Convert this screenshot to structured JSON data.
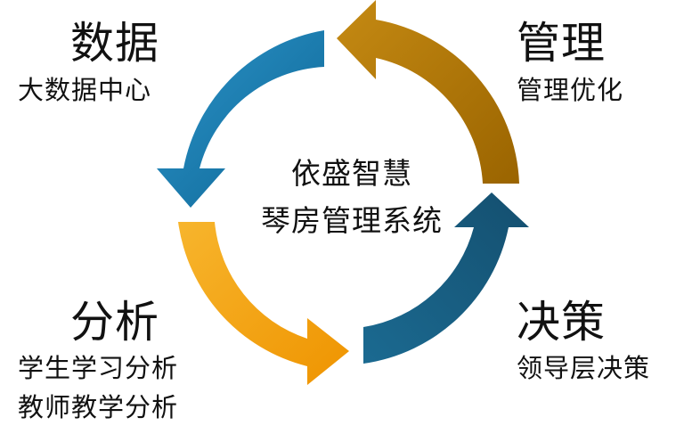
{
  "center_title": {
    "line1": "依盛智慧",
    "line2": "琴房管理系统"
  },
  "quadrants": {
    "data": {
      "title": "数据",
      "items": [
        "大数据中心"
      ]
    },
    "management": {
      "title": "管理",
      "items": [
        "管理优化"
      ]
    },
    "analysis": {
      "title": "分析",
      "items": [
        "学生学习分析",
        "教师教学分析"
      ]
    },
    "decision": {
      "title": "决策",
      "items": [
        "领导层决策"
      ]
    }
  },
  "colors": {
    "arrow_top_left": "#1f7fb0",
    "arrow_top_right": "#b27800",
    "arrow_bottom_left": "#f4a51b",
    "arrow_bottom_right": "#1e5e80",
    "text": "#111111"
  }
}
